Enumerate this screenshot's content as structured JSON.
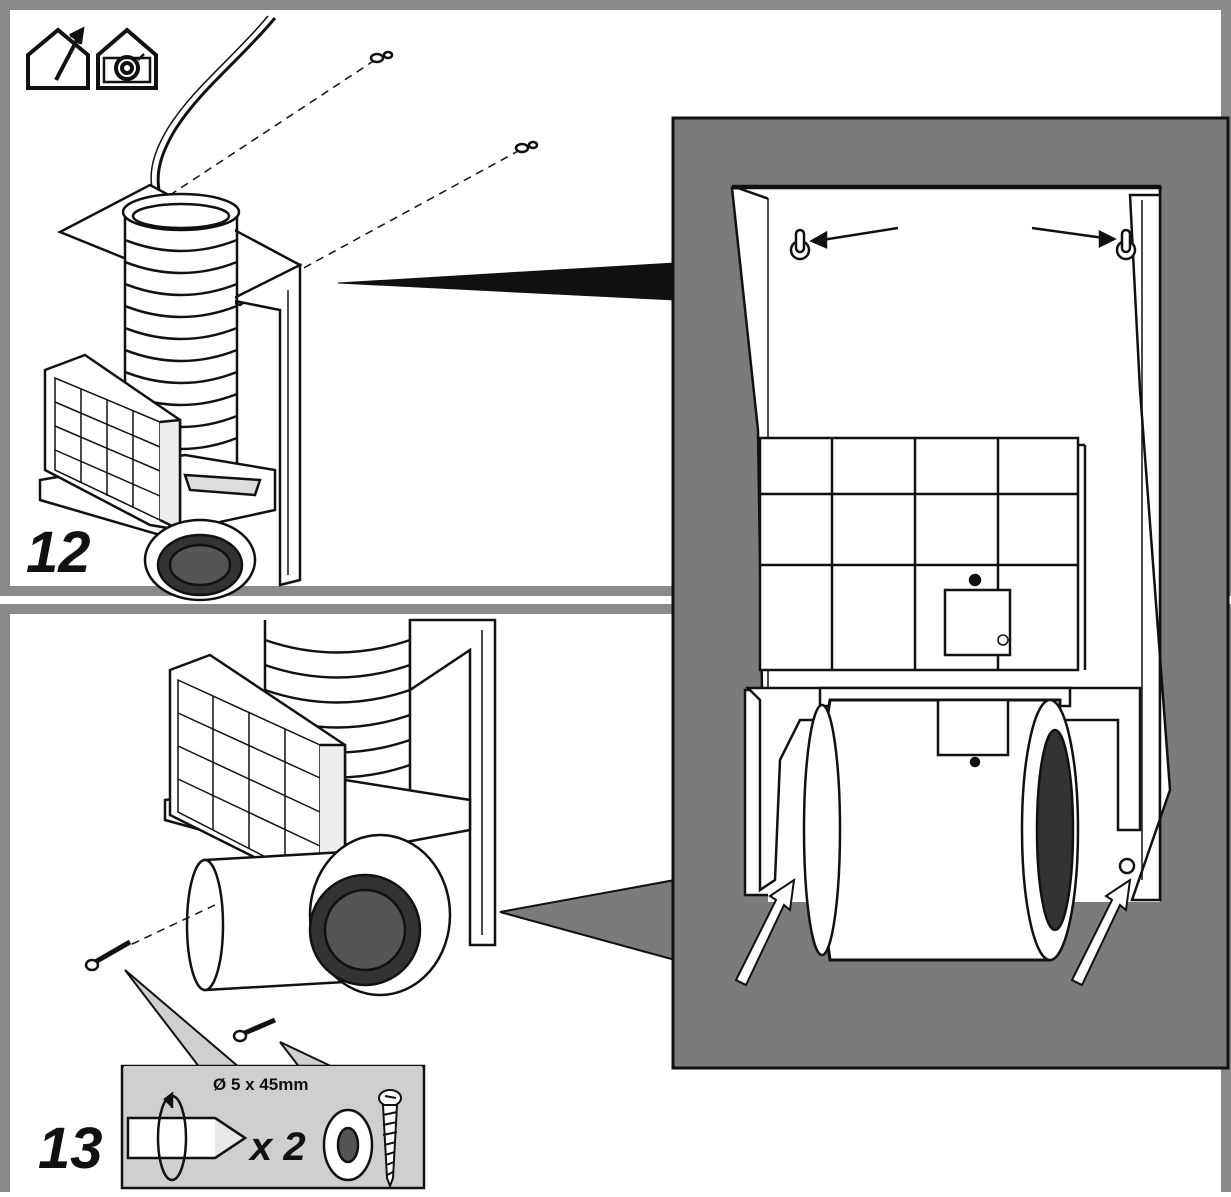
{
  "steps": {
    "step12": {
      "number": "12"
    },
    "step13": {
      "number": "13"
    }
  },
  "callout": {
    "screw_spec": "Ø 5 x 45mm",
    "quantity": "x 2"
  },
  "icons": {
    "ducted_mode": "house-exhaust-outlet-icon",
    "recirculation_mode": "house-recirculation-icon",
    "screwdriver": "screwdriver-icon",
    "rotation": "rotation-arrow-icon",
    "washer": "washer-icon",
    "screw": "screw-icon"
  },
  "colors": {
    "panel_border": "#8a8a8a",
    "detail_background": "#7b7b7b",
    "callout_background": "#cfcfcf",
    "line": "#111111"
  }
}
